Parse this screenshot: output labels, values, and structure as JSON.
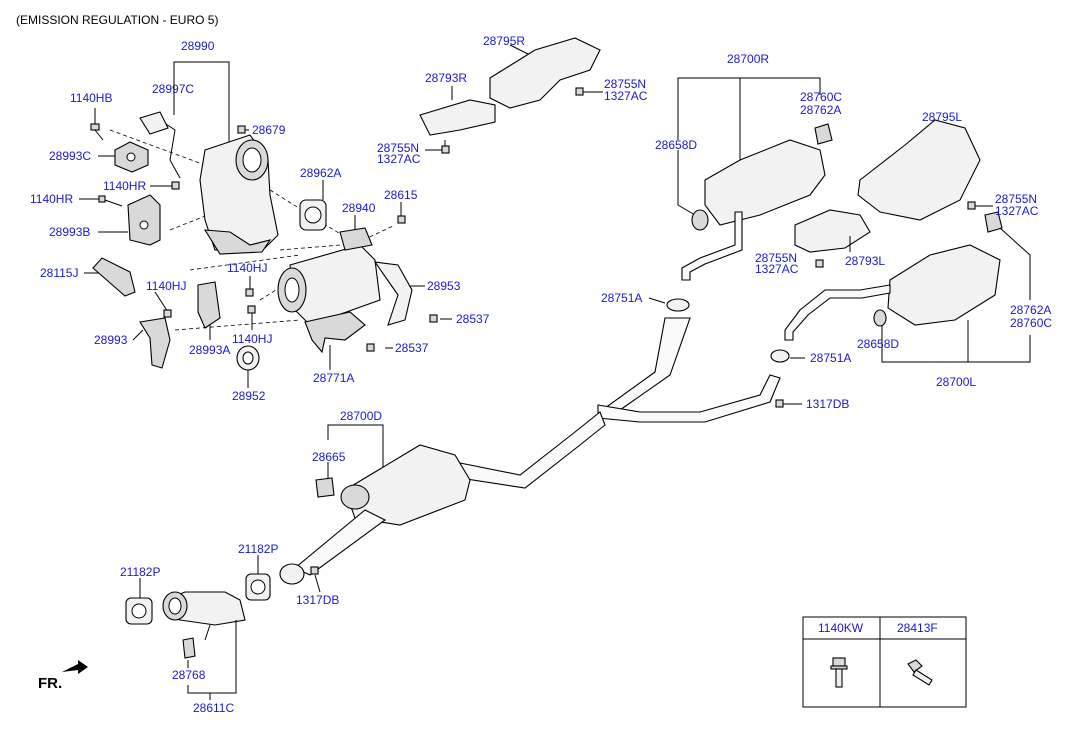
{
  "header": "(EMISSION REGULATION - EURO 5)",
  "direction_label": "FR.",
  "labels": {
    "p28990": "28990",
    "p28997C": "28997C",
    "p1140HB": "1140HB",
    "p28679": "28679",
    "p28993C": "28993C",
    "p1140HR_a": "1140HR",
    "p1140HR_b": "1140HR",
    "p28993B": "28993B",
    "p28962A": "28962A",
    "p28615": "28615",
    "p28940": "28940",
    "p28115J": "28115J",
    "p1140HJ_a": "1140HJ",
    "p1140HJ_b": "1140HJ",
    "p1140HJ_c": "1140HJ",
    "p28953": "28953",
    "p28537_a": "28537",
    "p28537_b": "28537",
    "p28993": "28993",
    "p28993A": "28993A",
    "p28771A": "28771A",
    "p28952": "28952",
    "p28795R": "28795R",
    "p28793R": "28793R",
    "p28755N_a": "28755N",
    "p1327AC_a": "1327AC",
    "p28755N_b": "28755N",
    "p1327AC_b": "1327AC",
    "p28700R": "28700R",
    "p28760C_a": "28760C",
    "p28762A_a": "28762A",
    "p28658D_a": "28658D",
    "p28795L": "28795L",
    "p28755N_c": "28755N",
    "p1327AC_c": "1327AC",
    "p28755N_d": "28755N",
    "p1327AC_d": "1327AC",
    "p28793L": "28793L",
    "p28751A_a": "28751A",
    "p28762A_b": "28762A",
    "p28760C_b": "28760C",
    "p28658D_b": "28658D",
    "p28751A_b": "28751A",
    "p28700L": "28700L",
    "p1317DB_a": "1317DB",
    "p28700D": "28700D",
    "p28665": "28665",
    "p21182P_a": "21182P",
    "p21182P_b": "21182P",
    "p1317DB_b": "1317DB",
    "p28768": "28768",
    "p28611C": "28611C"
  },
  "legend_table": {
    "col1": "1140KW",
    "col2": "28413F"
  }
}
